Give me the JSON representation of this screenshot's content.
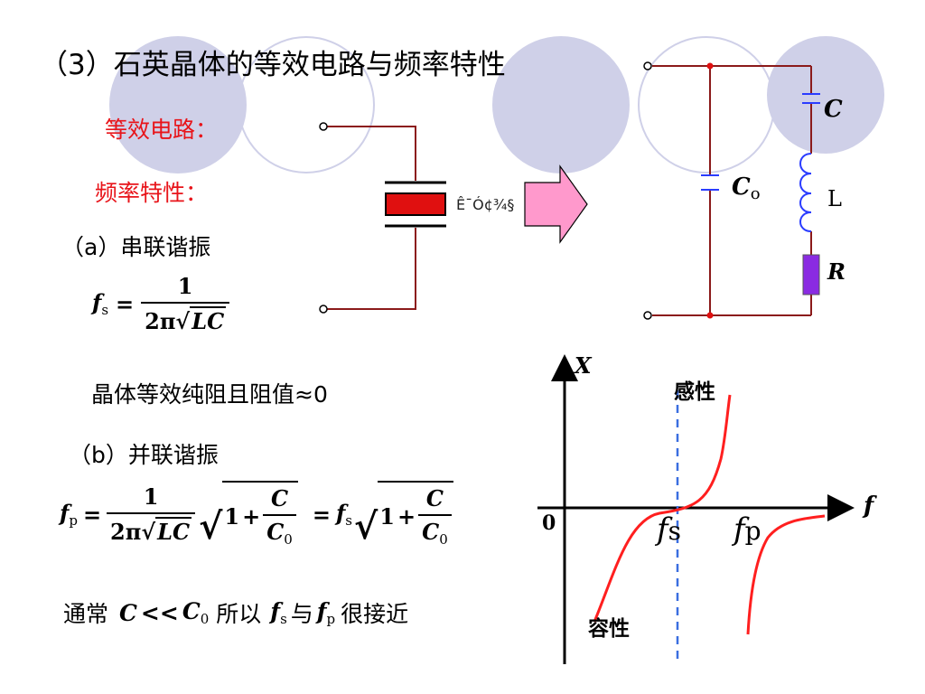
{
  "title": "（3）石英晶体的等效电路与频率特性",
  "equiv_circuit_label": "等效电路：",
  "freq_char_label": "频率特性：",
  "series_resonance": {
    "heading": "（a）串联谐振",
    "f": "f",
    "sub": "s",
    "eq": "=",
    "numerator": "1",
    "denominator_prefix": "2π",
    "denominator_root": "LC"
  },
  "resistive_note": "晶体等效纯阻且阻值≈0",
  "parallel_resonance": {
    "heading": "（b）并联谐振",
    "f": "f",
    "sub": "p",
    "eq": "=",
    "numerator": "1",
    "denominator_prefix": "2π",
    "denominator_root": "LC",
    "root_one": "1",
    "root_plus": "+",
    "ratio_num": "C",
    "ratio_den": "C",
    "ratio_den_sub": "0",
    "eq2": "=",
    "fs_f": "f",
    "fs_sub": "s"
  },
  "bottom_note": {
    "prefix": "通常",
    "cond_c": "C",
    "cond_ll": "<<",
    "cond_c0": "C",
    "cond_c0_sub": "0",
    "middle": "所以",
    "fs_f": "f",
    "fs_sub": "s",
    "between": "与",
    "fp_f": "f",
    "fp_sub": "p",
    "suffix": "很接近"
  },
  "crystal_symbol_text": "Ê¯Ó¢¾§",
  "circuit_labels": {
    "C": "C",
    "C0": "C",
    "C0_sub": "o",
    "L": "L",
    "R": "R"
  },
  "graph": {
    "y_axis_label": "X",
    "x_axis_label": "f",
    "origin_label": "0",
    "inductive_label": "感性",
    "capacitive_label": "容性",
    "fs_label_f": "f",
    "fs_label_sub": "s",
    "fp_label_f": "f",
    "fp_label_sub": "p"
  },
  "colors": {
    "circle_fill": "#cfd0e8",
    "red_text": "#e8141a",
    "wire": "#8b1a1a",
    "curve": "#ff1f1f",
    "dashed": "#3a6ee0",
    "cap_blue": "#2a3cff",
    "resistor": "#8a2be2",
    "arrow_fill": "#ff99cc",
    "crystal_red": "#e01010"
  }
}
